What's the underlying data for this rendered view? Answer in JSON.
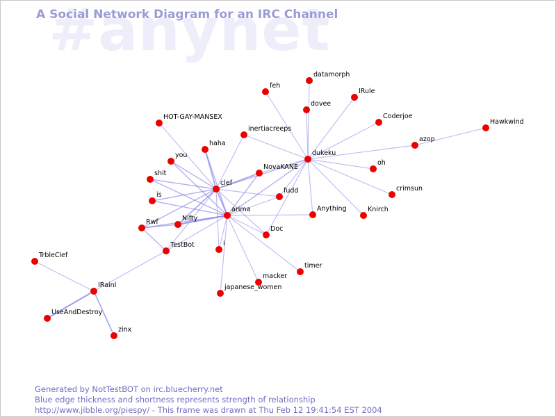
{
  "watermark": "#anynet",
  "title": "A Social Network Diagram for an IRC Channel",
  "footer": {
    "line1": "Generated by NotTestBOT on irc.bluecherry.net",
    "line2": "Blue edge thickness and shortness represents strength of relationship",
    "line3": "http://www.jibble.org/piespy/ - This frame was drawn at Thu Feb 12 19:41:54 EST 2004"
  },
  "colors": {
    "node": "#ee0000",
    "edge": "#7b7be6",
    "title": "#9b9bd6",
    "watermark": "#eeeefb",
    "footer": "#6e6ec4"
  },
  "nodes": [
    {
      "id": "datamorph",
      "label": "datamorph"
    },
    {
      "id": "feh",
      "label": "feh"
    },
    {
      "id": "IRule",
      "label": "IRule"
    },
    {
      "id": "dovee",
      "label": "dovee"
    },
    {
      "id": "Coderjoe",
      "label": "Coderjoe"
    },
    {
      "id": "HOT-GAY-MANSEX",
      "label": "HOT-GAY-MANSEX"
    },
    {
      "id": "Hawkwind",
      "label": "Hawkwind"
    },
    {
      "id": "inertiacreeps",
      "label": "inertiacreeps"
    },
    {
      "id": "azop",
      "label": "azop"
    },
    {
      "id": "haha",
      "label": "haha"
    },
    {
      "id": "dukeku",
      "label": "dukeku"
    },
    {
      "id": "you",
      "label": "you"
    },
    {
      "id": "NovaKANE",
      "label": "NovaKANE"
    },
    {
      "id": "oh",
      "label": "oh"
    },
    {
      "id": "shit",
      "label": "shit"
    },
    {
      "id": "clef",
      "label": "clef"
    },
    {
      "id": "crimsun",
      "label": "crimsun"
    },
    {
      "id": "fudd",
      "label": "fudd"
    },
    {
      "id": "is",
      "label": "is"
    },
    {
      "id": "arima",
      "label": "arima"
    },
    {
      "id": "Anything",
      "label": "Anything"
    },
    {
      "id": "Knirch",
      "label": "Knirch"
    },
    {
      "id": "Rwf",
      "label": "Rwf"
    },
    {
      "id": "Nifty",
      "label": "Nifty"
    },
    {
      "id": "Doc",
      "label": "Doc"
    },
    {
      "id": "TestBot",
      "label": "TestBot"
    },
    {
      "id": "i",
      "label": "i"
    },
    {
      "id": "TrbleClef",
      "label": "TrbleClef"
    },
    {
      "id": "timer",
      "label": "timer"
    },
    {
      "id": "macker",
      "label": "macker"
    },
    {
      "id": "IRainI",
      "label": "IRainI"
    },
    {
      "id": "japanese_women",
      "label": "japanese_women"
    },
    {
      "id": "UseAndDestroy",
      "label": "UseAndDestroy"
    },
    {
      "id": "zinx",
      "label": "zinx"
    }
  ],
  "edges": [
    {
      "from": "dukeku",
      "to": "datamorph",
      "weight": 1
    },
    {
      "from": "dukeku",
      "to": "feh",
      "weight": 1
    },
    {
      "from": "dukeku",
      "to": "dovee",
      "weight": 1
    },
    {
      "from": "dukeku",
      "to": "IRule",
      "weight": 1
    },
    {
      "from": "dukeku",
      "to": "Coderjoe",
      "weight": 1
    },
    {
      "from": "dukeku",
      "to": "azop",
      "weight": 1
    },
    {
      "from": "azop",
      "to": "Hawkwind",
      "weight": 1
    },
    {
      "from": "dukeku",
      "to": "oh",
      "weight": 1
    },
    {
      "from": "dukeku",
      "to": "crimsun",
      "weight": 1
    },
    {
      "from": "dukeku",
      "to": "Knirch",
      "weight": 1
    },
    {
      "from": "dukeku",
      "to": "Anything",
      "weight": 1
    },
    {
      "from": "dukeku",
      "to": "inertiacreeps",
      "weight": 1
    },
    {
      "from": "dukeku",
      "to": "NovaKANE",
      "weight": 1
    },
    {
      "from": "dukeku",
      "to": "clef",
      "weight": 1.5
    },
    {
      "from": "dukeku",
      "to": "arima",
      "weight": 1.5
    },
    {
      "from": "dukeku",
      "to": "fudd",
      "weight": 1
    },
    {
      "from": "dukeku",
      "to": "Doc",
      "weight": 1
    },
    {
      "from": "clef",
      "to": "HOT-GAY-MANSEX",
      "weight": 1
    },
    {
      "from": "clef",
      "to": "inertiacreeps",
      "weight": 1
    },
    {
      "from": "clef",
      "to": "haha",
      "weight": 2
    },
    {
      "from": "clef",
      "to": "you",
      "weight": 1.5
    },
    {
      "from": "clef",
      "to": "shit",
      "weight": 1.5
    },
    {
      "from": "clef",
      "to": "is",
      "weight": 1.5
    },
    {
      "from": "clef",
      "to": "NovaKANE",
      "weight": 2
    },
    {
      "from": "clef",
      "to": "fudd",
      "weight": 1
    },
    {
      "from": "clef",
      "to": "arima",
      "weight": 2
    },
    {
      "from": "clef",
      "to": "Nifty",
      "weight": 2
    },
    {
      "from": "clef",
      "to": "Rwf",
      "weight": 1.5
    },
    {
      "from": "clef",
      "to": "TestBot",
      "weight": 1
    },
    {
      "from": "clef",
      "to": "i",
      "weight": 1
    },
    {
      "from": "clef",
      "to": "Doc",
      "weight": 1
    },
    {
      "from": "arima",
      "to": "haha",
      "weight": 1.5
    },
    {
      "from": "arima",
      "to": "you",
      "weight": 1.5
    },
    {
      "from": "arima",
      "to": "shit",
      "weight": 1.5
    },
    {
      "from": "arima",
      "to": "is",
      "weight": 1.5
    },
    {
      "from": "arima",
      "to": "NovaKANE",
      "weight": 1.5
    },
    {
      "from": "arima",
      "to": "fudd",
      "weight": 1
    },
    {
      "from": "arima",
      "to": "Anything",
      "weight": 1
    },
    {
      "from": "arima",
      "to": "Nifty",
      "weight": 2.5
    },
    {
      "from": "arima",
      "to": "Rwf",
      "weight": 1.5
    },
    {
      "from": "arima",
      "to": "TestBot",
      "weight": 1
    },
    {
      "from": "arima",
      "to": "i",
      "weight": 1
    },
    {
      "from": "arima",
      "to": "Doc",
      "weight": 1
    },
    {
      "from": "arima",
      "to": "timer",
      "weight": 1
    },
    {
      "from": "arima",
      "to": "macker",
      "weight": 1
    },
    {
      "from": "arima",
      "to": "japanese_women",
      "weight": 1
    },
    {
      "from": "Rwf",
      "to": "TestBot",
      "weight": 1.5
    },
    {
      "from": "Rwf",
      "to": "Nifty",
      "weight": 1.5
    },
    {
      "from": "TestBot",
      "to": "IRainI",
      "weight": 1
    },
    {
      "from": "IRainI",
      "to": "TrbleClef",
      "weight": 1
    },
    {
      "from": "IRainI",
      "to": "UseAndDestroy",
      "weight": 2.5
    },
    {
      "from": "IRainI",
      "to": "zinx",
      "weight": 2
    }
  ]
}
